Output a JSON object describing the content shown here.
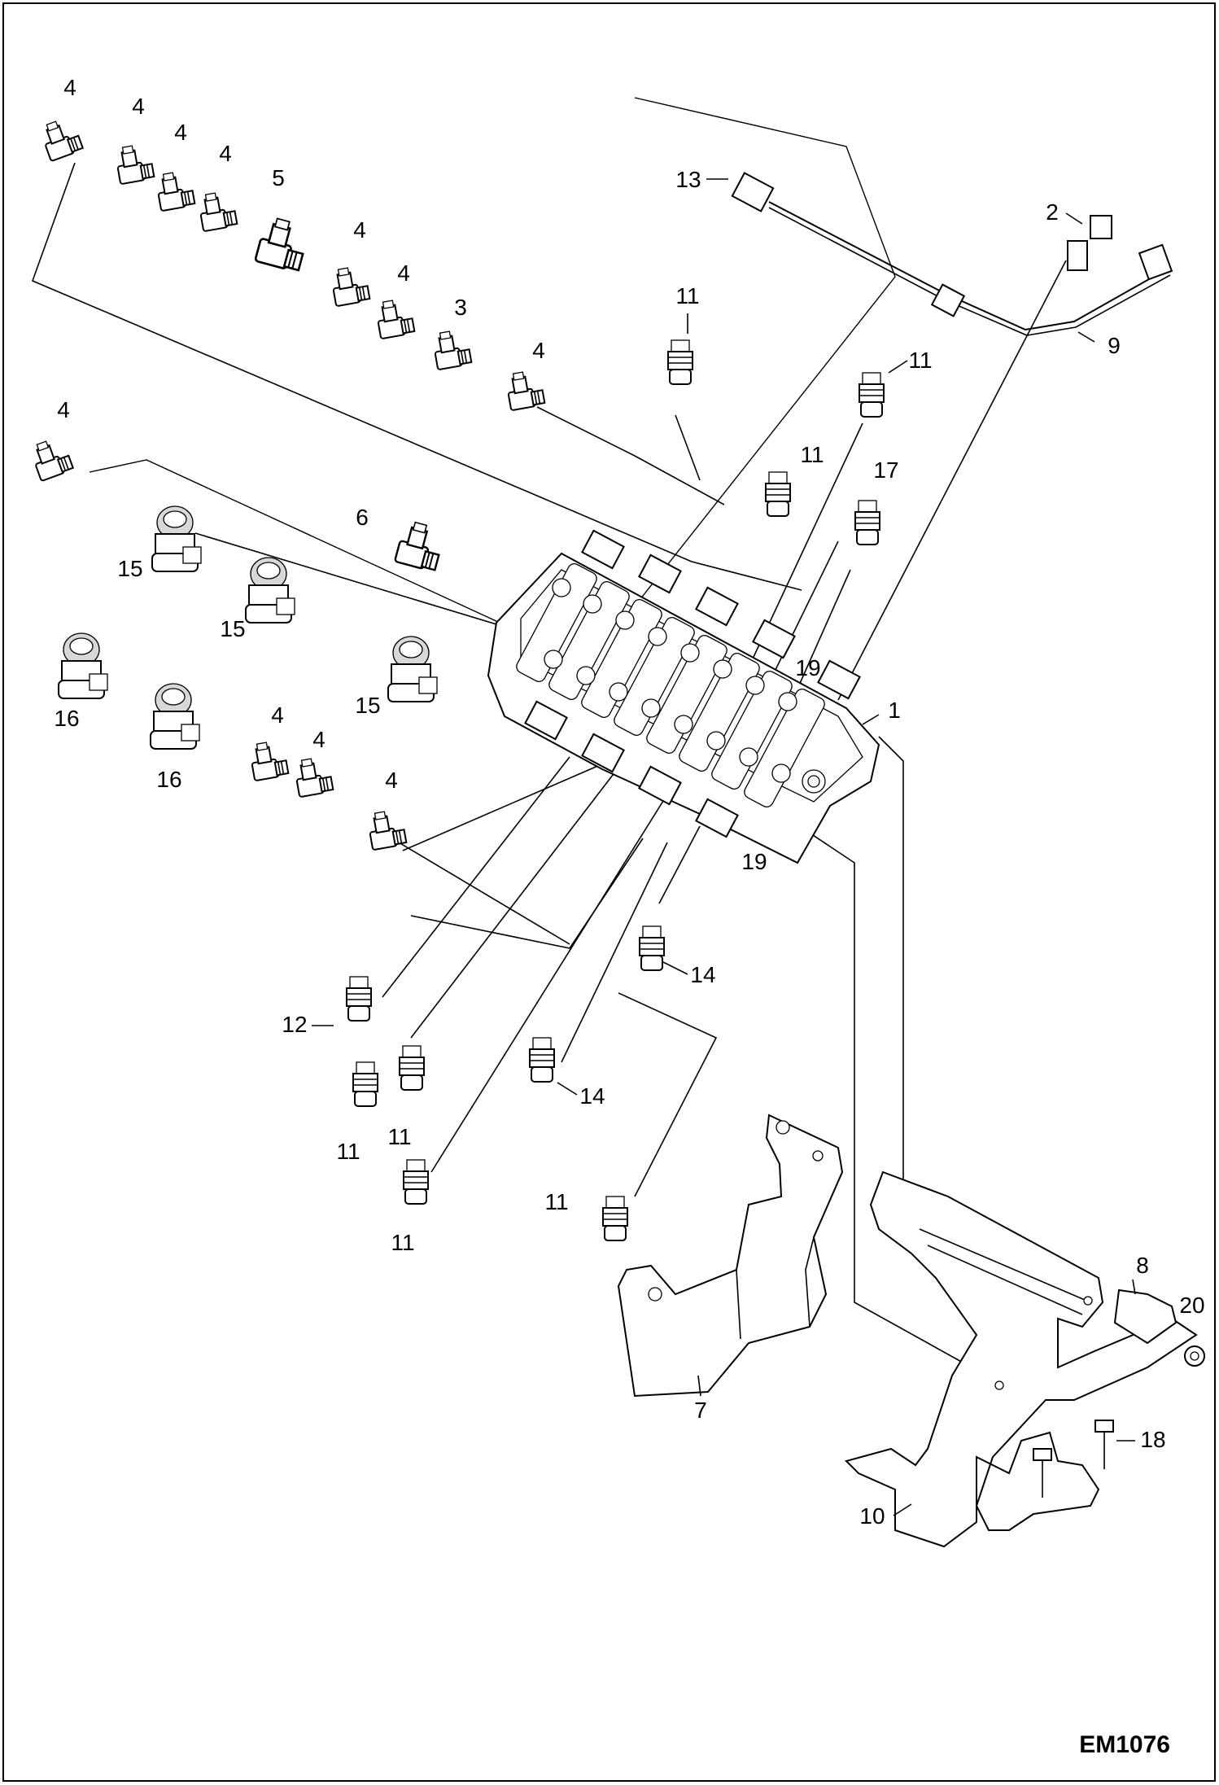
{
  "diagram_id": "EM1076",
  "callouts": [
    {
      "id": "c01",
      "text": "4"
    },
    {
      "id": "c02",
      "text": "4"
    },
    {
      "id": "c03",
      "text": "4"
    },
    {
      "id": "c04",
      "text": "4"
    },
    {
      "id": "c05",
      "text": "5"
    },
    {
      "id": "c06",
      "text": "4"
    },
    {
      "id": "c07",
      "text": "4"
    },
    {
      "id": "c08",
      "text": "3"
    },
    {
      "id": "c09",
      "text": "4"
    },
    {
      "id": "c10",
      "text": "13"
    },
    {
      "id": "c11",
      "text": "2"
    },
    {
      "id": "c12",
      "text": "9"
    },
    {
      "id": "c13",
      "text": "11"
    },
    {
      "id": "c14",
      "text": "11"
    },
    {
      "id": "c15",
      "text": "11"
    },
    {
      "id": "c16",
      "text": "17"
    },
    {
      "id": "c17",
      "text": "4"
    },
    {
      "id": "c18",
      "text": "6"
    },
    {
      "id": "c19",
      "text": "15"
    },
    {
      "id": "c20",
      "text": "15"
    },
    {
      "id": "c21",
      "text": "15"
    },
    {
      "id": "c22",
      "text": "16"
    },
    {
      "id": "c23",
      "text": "16"
    },
    {
      "id": "c24",
      "text": "4"
    },
    {
      "id": "c25",
      "text": "4"
    },
    {
      "id": "c26",
      "text": "4"
    },
    {
      "id": "c27",
      "text": "19"
    },
    {
      "id": "c28",
      "text": "1"
    },
    {
      "id": "c29",
      "text": "19"
    },
    {
      "id": "c30",
      "text": "14"
    },
    {
      "id": "c31",
      "text": "12"
    },
    {
      "id": "c32",
      "text": "14"
    },
    {
      "id": "c33",
      "text": "11"
    },
    {
      "id": "c34",
      "text": "11"
    },
    {
      "id": "c35",
      "text": "11"
    },
    {
      "id": "c36",
      "text": "11"
    },
    {
      "id": "c37",
      "text": "8"
    },
    {
      "id": "c38",
      "text": "20"
    },
    {
      "id": "c39",
      "text": "7"
    },
    {
      "id": "c40",
      "text": "18"
    },
    {
      "id": "c41",
      "text": "10"
    }
  ]
}
